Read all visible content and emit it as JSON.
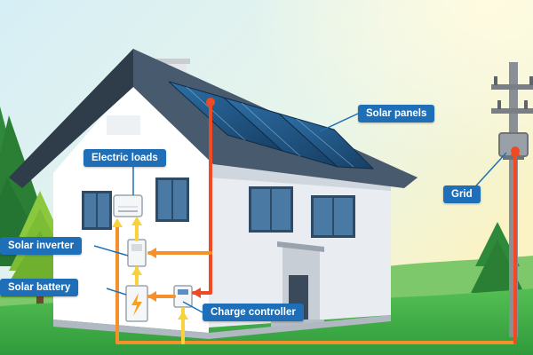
{
  "labels": {
    "solar_panels": "Solar panels",
    "electric_loads": "Electric loads",
    "grid": "Grid",
    "solar_inverter": "Solar inverter",
    "solar_battery": "Solar battery",
    "charge_controller": "Charge controller"
  },
  "colors": {
    "label_bg": "#1e6fb8",
    "flow_red": "#ef4a24",
    "flow_orange": "#f6902a",
    "flow_yellow": "#f7d23a",
    "roof": "#3b4a5a",
    "wall": "#ffffff",
    "grass": "#45b04a",
    "sky": "#dff3f8"
  },
  "icons": {
    "battery": "lightning-bolt-icon",
    "sun": "sun-glow"
  }
}
